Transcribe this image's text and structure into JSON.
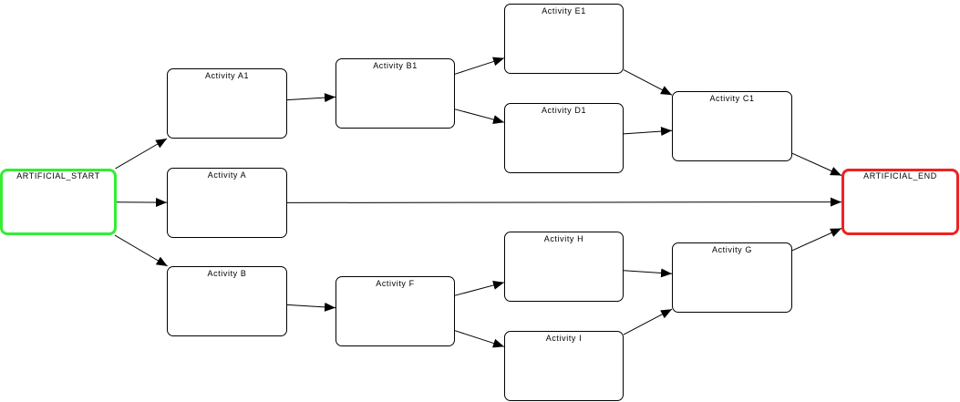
{
  "colors": {
    "start_border": "#33ee33",
    "end_border": "#ee2222",
    "node_border": "#000000",
    "edge": "#000000"
  },
  "nodes": {
    "artificial_start": "ARTIFICIAL_START",
    "artificial_end": "ARTIFICIAL_END",
    "activity_a1": "Activity A1",
    "activity_b1": "Activity B1",
    "activity_e1": "Activity E1",
    "activity_d1": "Activity D1",
    "activity_c1": "Activity C1",
    "activity_a": "Activity A",
    "activity_b": "Activity B",
    "activity_f": "Activity F",
    "activity_h": "Activity H",
    "activity_i": "Activity I",
    "activity_g": "Activity G"
  },
  "edges": [
    {
      "from": "artificial_start",
      "to": "activity_a1"
    },
    {
      "from": "artificial_start",
      "to": "activity_a"
    },
    {
      "from": "artificial_start",
      "to": "activity_b"
    },
    {
      "from": "activity_a1",
      "to": "activity_b1"
    },
    {
      "from": "activity_b1",
      "to": "activity_e1"
    },
    {
      "from": "activity_b1",
      "to": "activity_d1"
    },
    {
      "from": "activity_e1",
      "to": "activity_c1"
    },
    {
      "from": "activity_d1",
      "to": "activity_c1"
    },
    {
      "from": "activity_c1",
      "to": "artificial_end"
    },
    {
      "from": "activity_a",
      "to": "artificial_end"
    },
    {
      "from": "activity_b",
      "to": "activity_f"
    },
    {
      "from": "activity_f",
      "to": "activity_h"
    },
    {
      "from": "activity_f",
      "to": "activity_i"
    },
    {
      "from": "activity_h",
      "to": "activity_g"
    },
    {
      "from": "activity_i",
      "to": "activity_g"
    },
    {
      "from": "activity_g",
      "to": "artificial_end"
    }
  ]
}
